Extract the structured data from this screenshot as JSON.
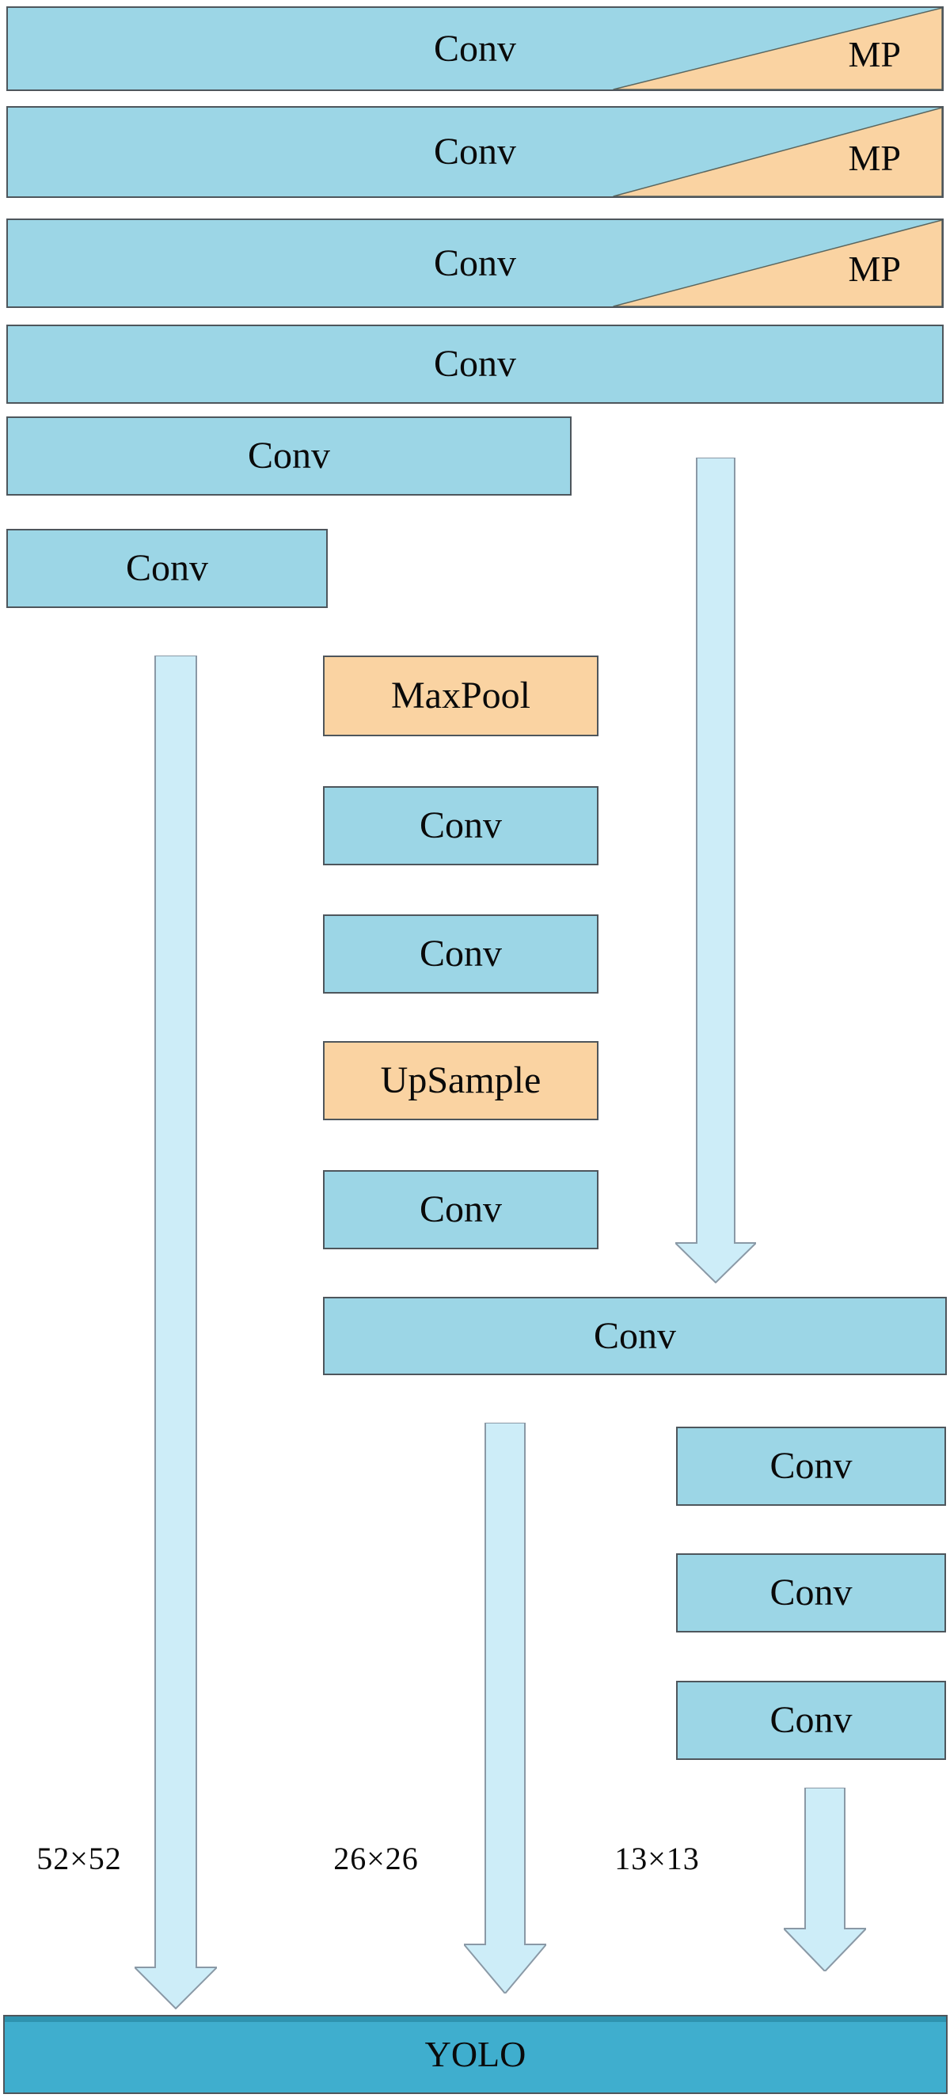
{
  "diagram": {
    "backbone_bars": [
      {
        "label": "Conv",
        "pool_label": "MP"
      },
      {
        "label": "Conv",
        "pool_label": "MP"
      },
      {
        "label": "Conv",
        "pool_label": "MP"
      },
      {
        "label": "Conv"
      },
      {
        "label": "Conv"
      },
      {
        "label": "Conv"
      }
    ],
    "middle_column": [
      {
        "label": "MaxPool",
        "type": "pool"
      },
      {
        "label": "Conv",
        "type": "conv"
      },
      {
        "label": "Conv",
        "type": "conv"
      },
      {
        "label": "UpSample",
        "type": "pool"
      },
      {
        "label": "Conv",
        "type": "conv"
      }
    ],
    "merge_bar": {
      "label": "Conv"
    },
    "head_column": [
      {
        "label": "Conv"
      },
      {
        "label": "Conv"
      },
      {
        "label": "Conv"
      }
    ],
    "scale_labels": [
      "52×52",
      "26×26",
      "13×13"
    ],
    "output_bar": {
      "label": "YOLO"
    },
    "colors": {
      "conv_fill": "#9cd6e6",
      "pool_fill": "#fad3a2",
      "box_border": "#4e565c",
      "arrow_fill": "#cdedf8",
      "arrow_stroke": "#8a99a6",
      "output_fill": "#3faece",
      "output_top_edge": "#2e93af",
      "text": "#0a0a0a"
    }
  }
}
